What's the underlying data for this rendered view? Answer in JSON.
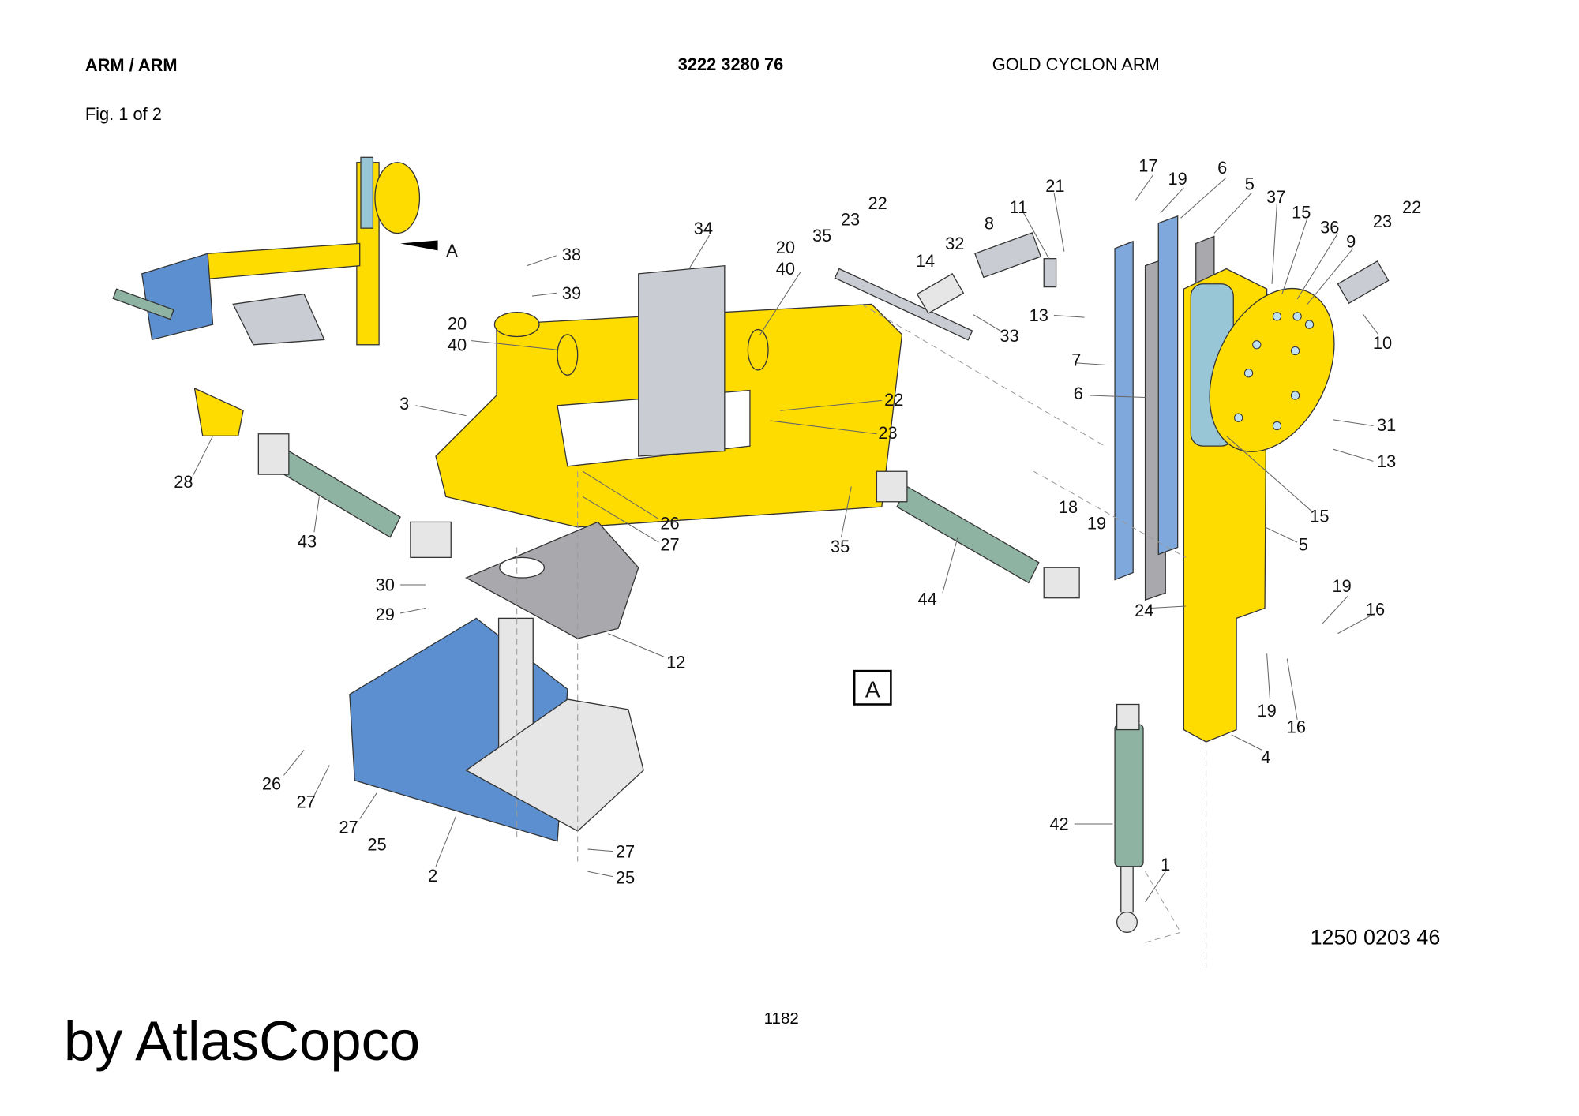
{
  "header": {
    "title": "ARM / ARM",
    "part_number": "3222 3280 76",
    "description": "GOLD CYCLON ARM",
    "figure": "Fig. 1 of 2"
  },
  "detail_view": {
    "marker": "A",
    "boxed_label": "A"
  },
  "drawing_number": "1250 0203 46",
  "page_number": "1182",
  "watermark": "by AtlasCopco",
  "colors": {
    "frame": "#ffdc00",
    "bracket": "#5b8fd0",
    "cylinder": "#8fb3a3",
    "column_cap": "#98c6d6"
  },
  "callouts": [
    "17",
    "19",
    "6",
    "5",
    "37",
    "15",
    "36",
    "9",
    "23",
    "22",
    "10",
    "31",
    "13",
    "15",
    "5",
    "21",
    "11",
    "8",
    "32",
    "14",
    "33",
    "13",
    "7",
    "6",
    "35",
    "23",
    "22",
    "20",
    "40",
    "34",
    "38",
    "39",
    "20",
    "40",
    "3",
    "22",
    "23",
    "26",
    "27",
    "35",
    "44",
    "28",
    "43",
    "30",
    "29",
    "12",
    "26",
    "27",
    "27",
    "25",
    "2",
    "27",
    "25",
    "18",
    "19",
    "24",
    "19",
    "16",
    "19",
    "16",
    "4",
    "42",
    "1"
  ]
}
